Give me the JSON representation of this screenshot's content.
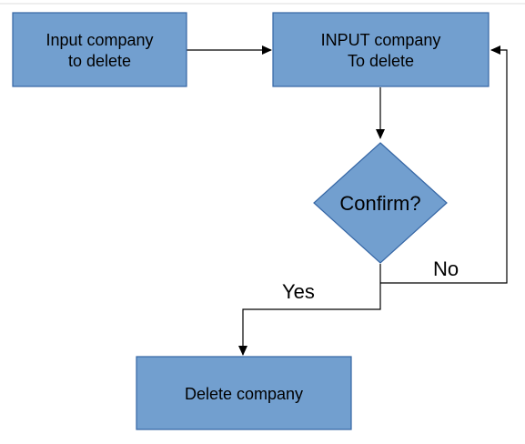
{
  "colors": {
    "node_fill": "#729fcf",
    "node_stroke": "#3465a4",
    "edge": "#000000",
    "background": "#ffffff"
  },
  "nodes": {
    "input_left": {
      "type": "process",
      "lines": [
        "Input company",
        "to delete"
      ]
    },
    "input_right": {
      "type": "process",
      "lines": [
        "INPUT company",
        "To delete"
      ]
    },
    "confirm": {
      "type": "decision",
      "label": "Confirm?"
    },
    "delete": {
      "type": "process",
      "label": "Delete company"
    }
  },
  "edges": {
    "yes_label": "Yes",
    "no_label": "No"
  }
}
